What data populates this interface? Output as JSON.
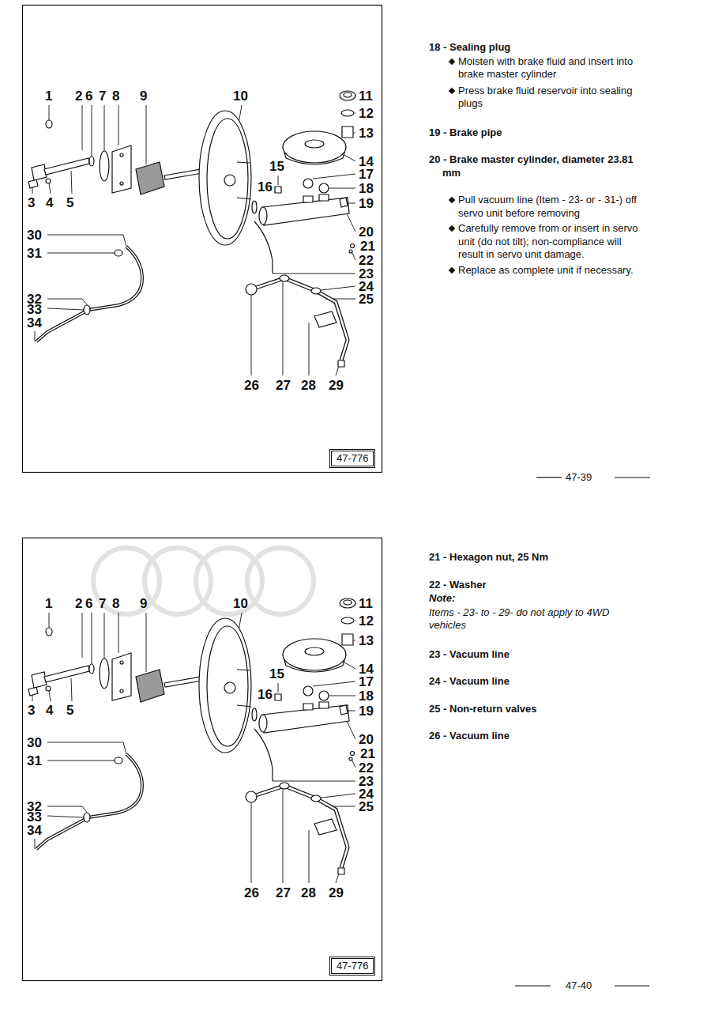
{
  "diagram": {
    "nodes": [
      {
        "text": [
          "47-776"
        ]
      },
      {
        "text": [
          "47-776"
        ]
      }
    ],
    "labels": [
      "1",
      "2",
      "6",
      "7",
      "8",
      "9",
      "10",
      "11",
      "12",
      "13",
      "14",
      "15",
      "16",
      "17",
      "18",
      "19",
      "20",
      "21",
      "22",
      "23",
      "24",
      "25",
      "3",
      "4",
      "5",
      "30",
      "31",
      "32",
      "33",
      "34",
      "26",
      "27",
      "28",
      "29",
      "18 - Sealing plug",
      "Moisten with brake fluid and insert into brake master cylinder",
      "Press brake fluid reservoir into sealing plugs",
      "19 - Brake pipe",
      "20 - Brake master cylinder, diameter 23.81 mm",
      "Pull vacuum line (Item - 23- or - 31-) off servo unit before removing",
      "Carefully remove from or insert in servo unit (do not tilt); non-compliance will result in servo unit damage.",
      "Replace as complete unit if necessary.",
      "47-39",
      "1",
      "2",
      "6",
      "7",
      "8",
      "9",
      "10",
      "11",
      "12",
      "13",
      "14",
      "15",
      "16",
      "17",
      "18",
      "19",
      "20",
      "21",
      "22",
      "23",
      "24",
      "25",
      "3",
      "4",
      "5",
      "30",
      "31",
      "32",
      "33",
      "34",
      "26",
      "27",
      "28",
      "29",
      "21 - Hexagon nut, 25 Nm",
      "22 - Washer",
      "Note:",
      "Items - 23- to - 29- do not apply to 4WD vehicles",
      "23 - Vacuum line",
      "24 - Vacuum line",
      "25 - Non-return valves",
      "26 - Vacuum line",
      "47-40"
    ]
  }
}
